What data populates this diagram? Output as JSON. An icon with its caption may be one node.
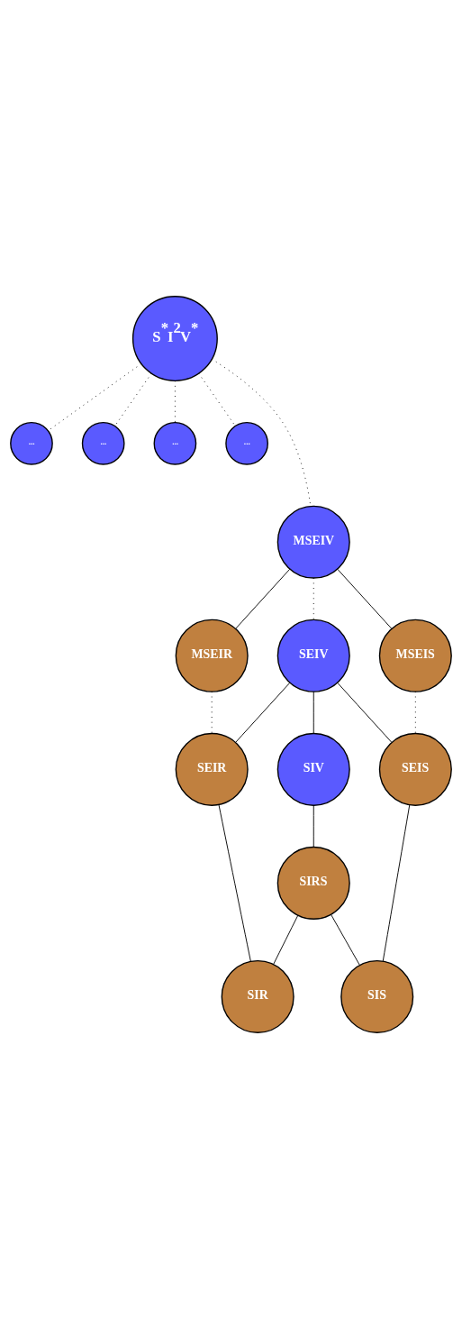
{
  "diagram": {
    "nodes": [
      {
        "text": [
          "S$^{*}$I$^{2}$V$^{*}$"
        ]
      },
      {
        "text": [
          "..."
        ]
      },
      {
        "text": [
          "..."
        ]
      },
      {
        "text": [
          "..."
        ]
      },
      {
        "text": [
          "..."
        ]
      },
      {
        "text": [
          "MSEIV"
        ]
      },
      {
        "text": [
          "MSEIR"
        ]
      },
      {
        "text": [
          "MSEIS"
        ]
      },
      {
        "text": [
          "SEIV"
        ]
      },
      {
        "text": [
          "SEIR"
        ]
      },
      {
        "text": [
          "SEIS"
        ]
      },
      {
        "text": [
          "SIV"
        ]
      },
      {
        "text": [
          "SIRS"
        ]
      },
      {
        "text": [
          "SIR"
        ]
      },
      {
        "text": [
          "SIS"
        ]
      }
    ],
    "edges": [
      {
        "from": 0,
        "to": 1,
        "arrow": "none",
        "style": "dashed"
      },
      {
        "from": 0,
        "to": 2,
        "arrow": "none",
        "style": "dashed"
      },
      {
        "from": 0,
        "to": 5,
        "arrow": "none",
        "style": "dashed"
      },
      {
        "from": 0,
        "to": 3,
        "arrow": "none",
        "style": "dashed"
      },
      {
        "from": 0,
        "to": 4,
        "arrow": "none",
        "style": "dashed"
      },
      {
        "from": 5,
        "to": 6,
        "arrow": "none"
      },
      {
        "from": 5,
        "to": 7,
        "arrow": "none"
      },
      {
        "from": 5,
        "to": 8,
        "arrow": "none",
        "style": "dashed"
      },
      {
        "from": 6,
        "to": 9,
        "arrow": "none",
        "style": "dashed"
      },
      {
        "from": 7,
        "to": 10,
        "arrow": "none",
        "style": "dashed"
      },
      {
        "from": 8,
        "to": 9,
        "arrow": "none"
      },
      {
        "from": 8,
        "to": 10,
        "arrow": "none"
      },
      {
        "from": 8,
        "to": 11,
        "arrow": "none"
      },
      {
        "from": 11,
        "to": 12,
        "arrow": "none"
      },
      {
        "from": 9,
        "to": 13,
        "arrow": "none"
      },
      {
        "from": 10,
        "to": 14,
        "arrow": "none"
      },
      {
        "from": 12,
        "to": 13,
        "arrow": "none"
      },
      {
        "from": 12,
        "to": 14,
        "arrow": "none"
      }
    ]
  }
}
